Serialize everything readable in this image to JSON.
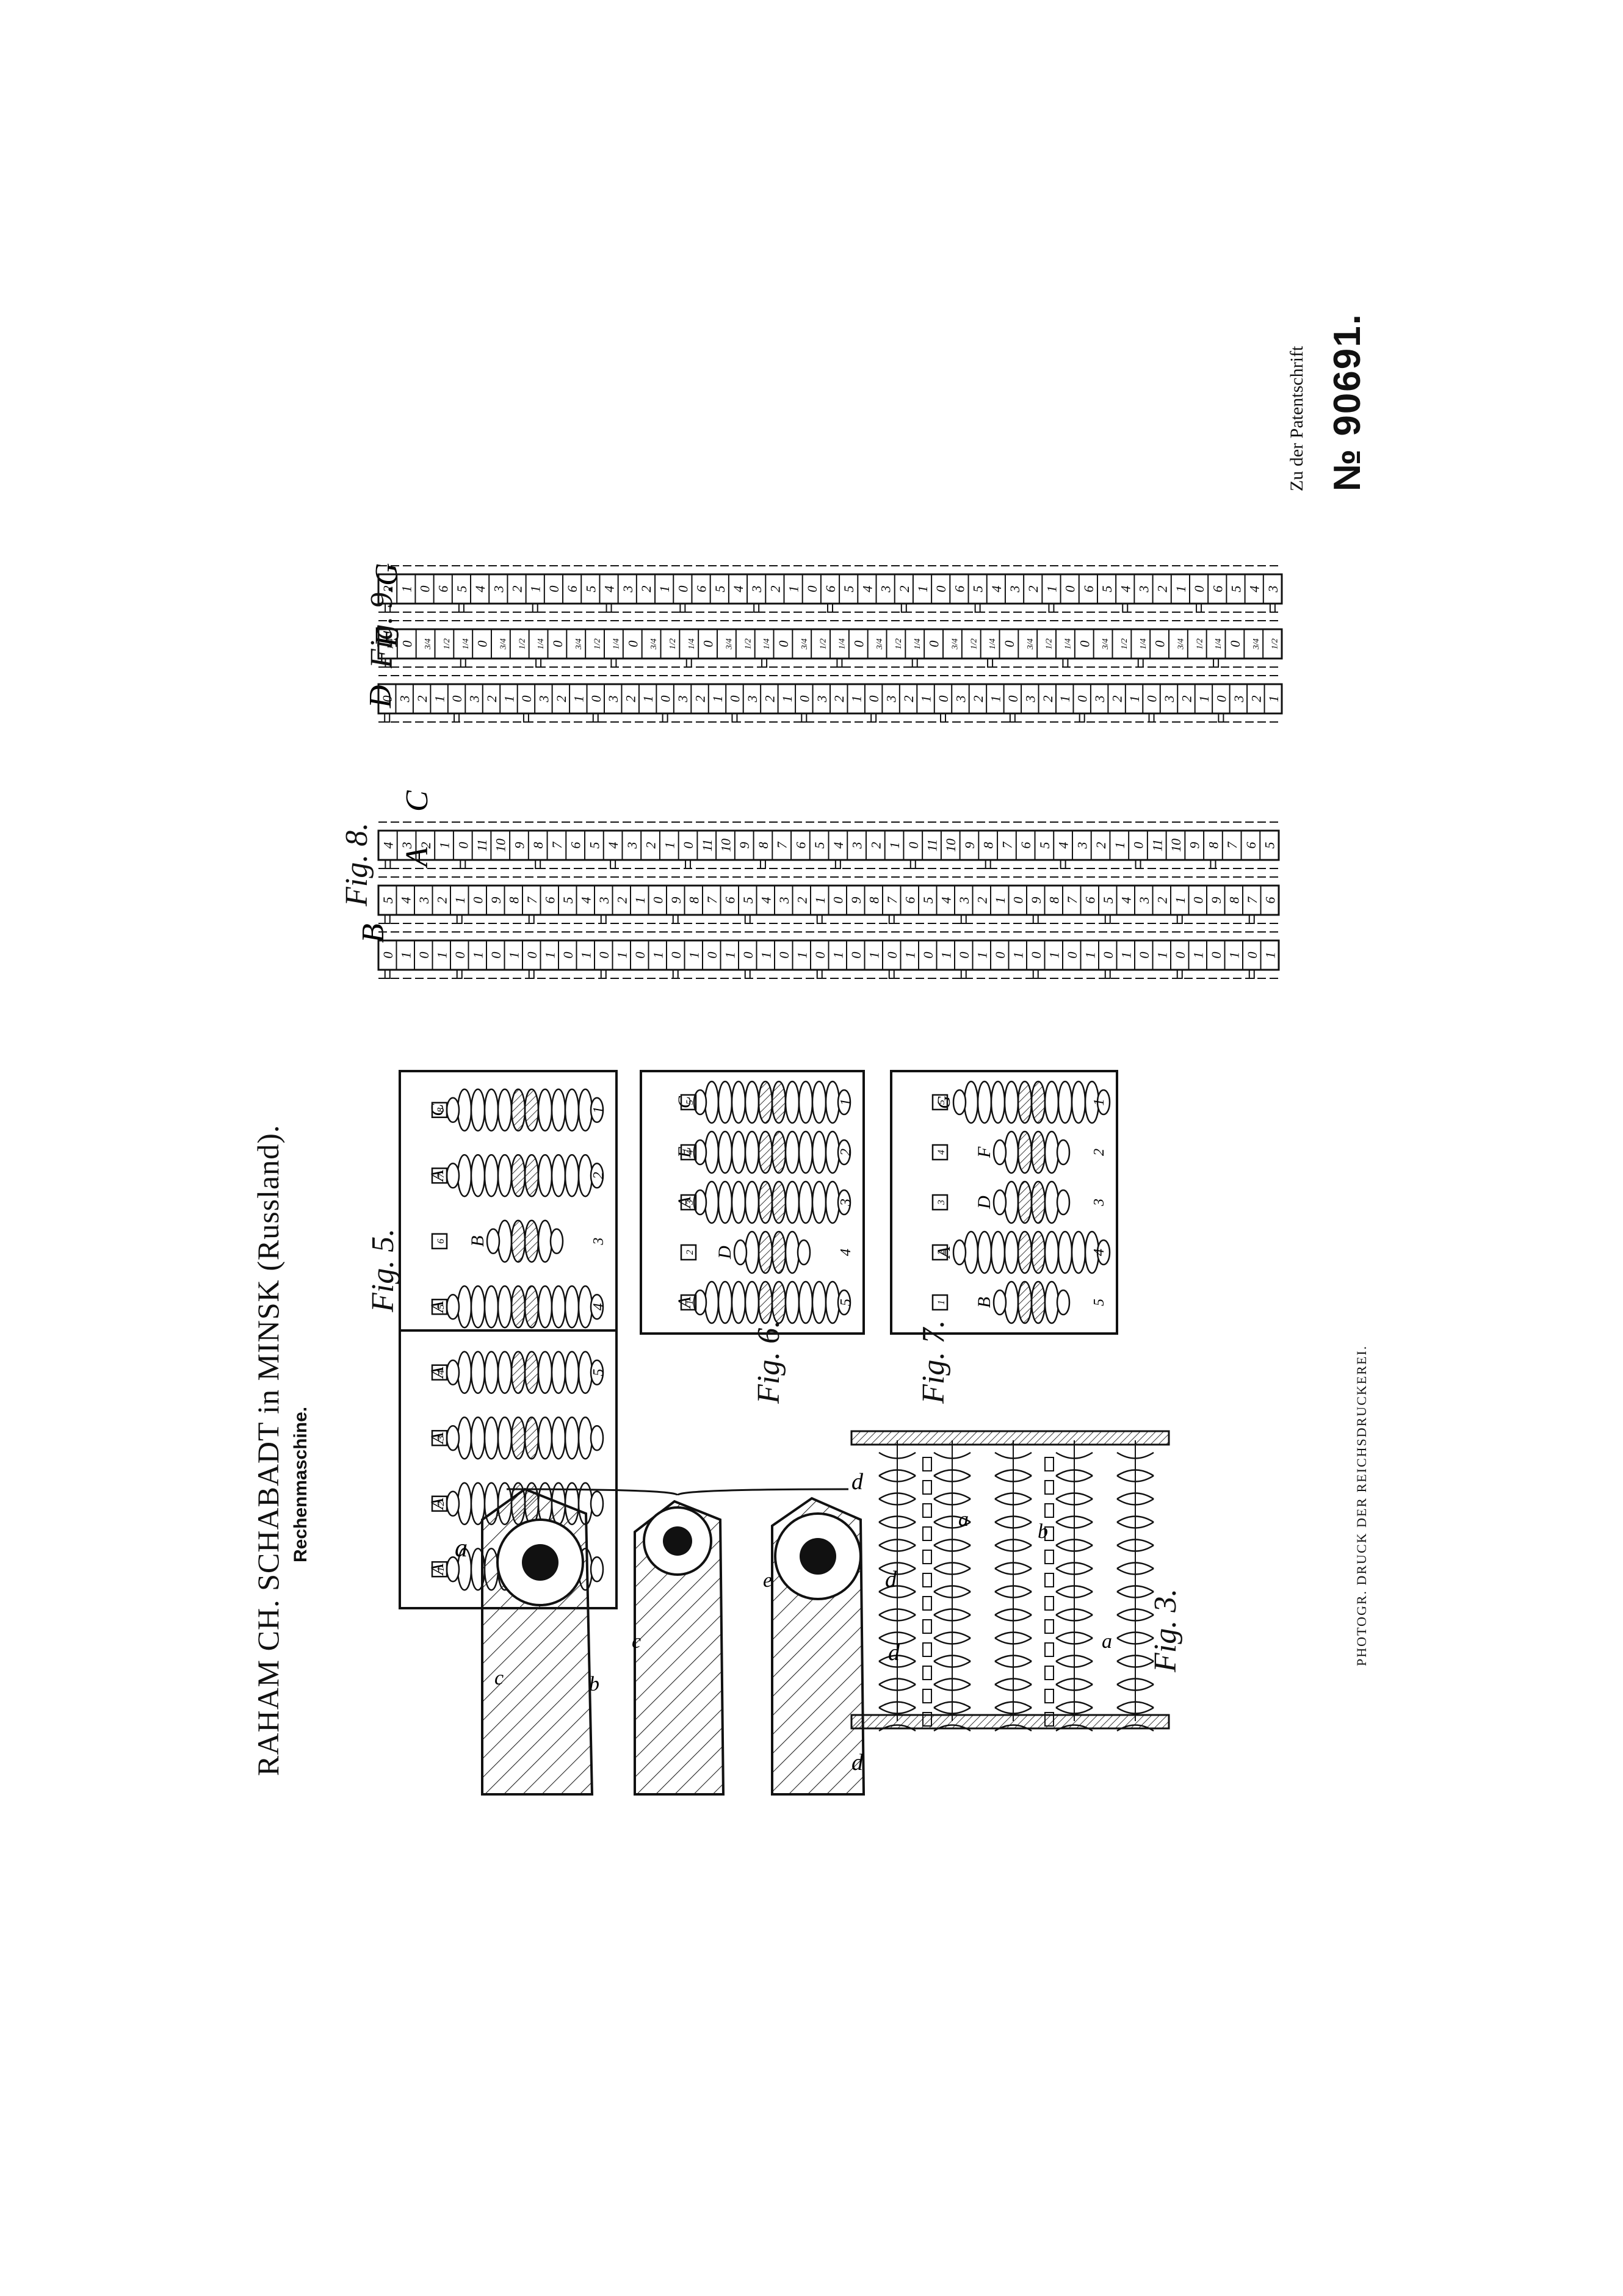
{
  "header": {
    "inventor": "RAHAM CH. SCHABADT in MINSK (Russland).",
    "title": "Rechenmaschine."
  },
  "patent": {
    "label": "Zu der Patentschrift",
    "number": "№ 90691."
  },
  "footer": {
    "printer": "PHOTOGR. DRUCK DER REICHSDRUCKEREI."
  },
  "figures": {
    "fig3": "Fig. 3.",
    "fig5": "Fig. 5.",
    "fig6": "Fig. 6.",
    "fig7": "Fig. 7.",
    "fig8": "Fig. 8.",
    "fig9": "Fig. 9."
  },
  "strip_labels": {
    "fig8": [
      "B",
      "A",
      "C"
    ],
    "fig9": [
      "D",
      "F",
      "G"
    ]
  },
  "strips": {
    "fig8_B": [
      "0",
      "1",
      "0",
      "1",
      "0",
      "1",
      "0",
      "1",
      "0",
      "1",
      "0",
      "1",
      "0",
      "1",
      "0",
      "1",
      "0",
      "1",
      "0",
      "1",
      "0",
      "1",
      "0",
      "1",
      "0",
      "1",
      "0",
      "1",
      "0",
      "1",
      "0",
      "1",
      "0",
      "1",
      "0",
      "1",
      "0",
      "1",
      "0",
      "1",
      "0",
      "1",
      "0",
      "1",
      "0",
      "1",
      "0",
      "1",
      "0",
      "1"
    ],
    "fig8_A": [
      "5",
      "4",
      "3",
      "2",
      "1",
      "0",
      "9",
      "8",
      "7",
      "6",
      "5",
      "4",
      "3",
      "2",
      "1",
      "0",
      "9",
      "8",
      "7",
      "6",
      "5",
      "4",
      "3",
      "2",
      "1",
      "0",
      "9",
      "8",
      "7",
      "6",
      "5",
      "4",
      "3",
      "2",
      "1",
      "0",
      "9",
      "8",
      "7",
      "6",
      "5",
      "4",
      "3",
      "2",
      "1",
      "0",
      "9",
      "8",
      "7",
      "6"
    ],
    "fig8_C": [
      "4",
      "3",
      "2",
      "1",
      "0",
      "11",
      "10",
      "9",
      "8",
      "7",
      "6",
      "5",
      "4",
      "3",
      "2",
      "1",
      "0",
      "11",
      "10",
      "9",
      "8",
      "7",
      "6",
      "5",
      "4",
      "3",
      "2",
      "1",
      "0",
      "11",
      "10",
      "9",
      "8",
      "7",
      "6",
      "5",
      "4",
      "3",
      "2",
      "1",
      "0",
      "11",
      "10",
      "9",
      "8",
      "7",
      "6",
      "5"
    ],
    "fig9_D": [
      "0",
      "3",
      "2",
      "1",
      "0",
      "3",
      "2",
      "1",
      "0",
      "3",
      "2",
      "1",
      "0",
      "3",
      "2",
      "1",
      "0",
      "3",
      "2",
      "1",
      "0",
      "3",
      "2",
      "1",
      "0",
      "3",
      "2",
      "1",
      "0",
      "3",
      "2",
      "1",
      "0",
      "3",
      "2",
      "1",
      "0",
      "3",
      "2",
      "1",
      "0",
      "3",
      "2",
      "1",
      "0",
      "3",
      "2",
      "1",
      "0",
      "3",
      "2",
      "1"
    ],
    "fig9_F": [
      "1/4",
      "0",
      "3/4",
      "1/2",
      "1/4",
      "0",
      "3/4",
      "1/2",
      "1/4",
      "0",
      "3/4",
      "1/2",
      "1/4",
      "0",
      "3/4",
      "1/2",
      "1/4",
      "0",
      "3/4",
      "1/2",
      "1/4",
      "0",
      "3/4",
      "1/2",
      "1/4",
      "0",
      "3/4",
      "1/2",
      "1/4",
      "0",
      "3/4",
      "1/2",
      "1/4",
      "0",
      "3/4",
      "1/2",
      "1/4",
      "0",
      "3/4",
      "1/2",
      "1/4",
      "0",
      "3/4",
      "1/2",
      "1/4",
      "0",
      "3/4",
      "1/2"
    ],
    "fig9_G": [
      "2",
      "1",
      "0",
      "6",
      "5",
      "4",
      "3",
      "2",
      "1",
      "0",
      "6",
      "5",
      "4",
      "3",
      "2",
      "1",
      "0",
      "6",
      "5",
      "4",
      "3",
      "2",
      "1",
      "0",
      "6",
      "5",
      "4",
      "3",
      "2",
      "1",
      "0",
      "6",
      "5",
      "4",
      "3",
      "2",
      "1",
      "0",
      "6",
      "5",
      "4",
      "3",
      "2",
      "1",
      "0",
      "6",
      "5",
      "4",
      "3"
    ]
  },
  "fig5_units": [
    {
      "letter": "A",
      "key": "1",
      "col": ""
    },
    {
      "letter": "A",
      "key": "2",
      "col": ""
    },
    {
      "letter": "A",
      "key": "3",
      "col": ""
    },
    {
      "letter": "A",
      "key": "4",
      "col": "5"
    },
    {
      "letter": "A",
      "key": "5",
      "col": "4"
    },
    {
      "letter": "B",
      "key": "6",
      "col": "3"
    },
    {
      "letter": "A",
      "key": "7",
      "col": "2"
    },
    {
      "letter": "C",
      "key": "8",
      "col": "1"
    }
  ],
  "fig6_units": [
    {
      "letter": "A",
      "key": "1",
      "col": "5"
    },
    {
      "letter": "D",
      "key": "2",
      "col": "4"
    },
    {
      "letter": "A",
      "key": "3",
      "col": "3"
    },
    {
      "letter": "E",
      "key": "4",
      "col": "2"
    },
    {
      "letter": "C",
      "key": "5",
      "col": "1"
    }
  ],
  "fig7_units": [
    {
      "letter": "B",
      "key": "1",
      "col": "5"
    },
    {
      "letter": "A",
      "key": "2",
      "col": "4"
    },
    {
      "letter": "D",
      "key": "3",
      "col": "3"
    },
    {
      "letter": "F",
      "key": "4",
      "col": "2"
    },
    {
      "letter": "G",
      "key": "5",
      "col": "1"
    }
  ],
  "fig3_letters": {
    "roller": "a",
    "casing": [
      "c",
      "b",
      "c",
      "e"
    ],
    "gear": [
      "d",
      "d",
      "d",
      "d",
      "a",
      "a",
      "b"
    ]
  }
}
